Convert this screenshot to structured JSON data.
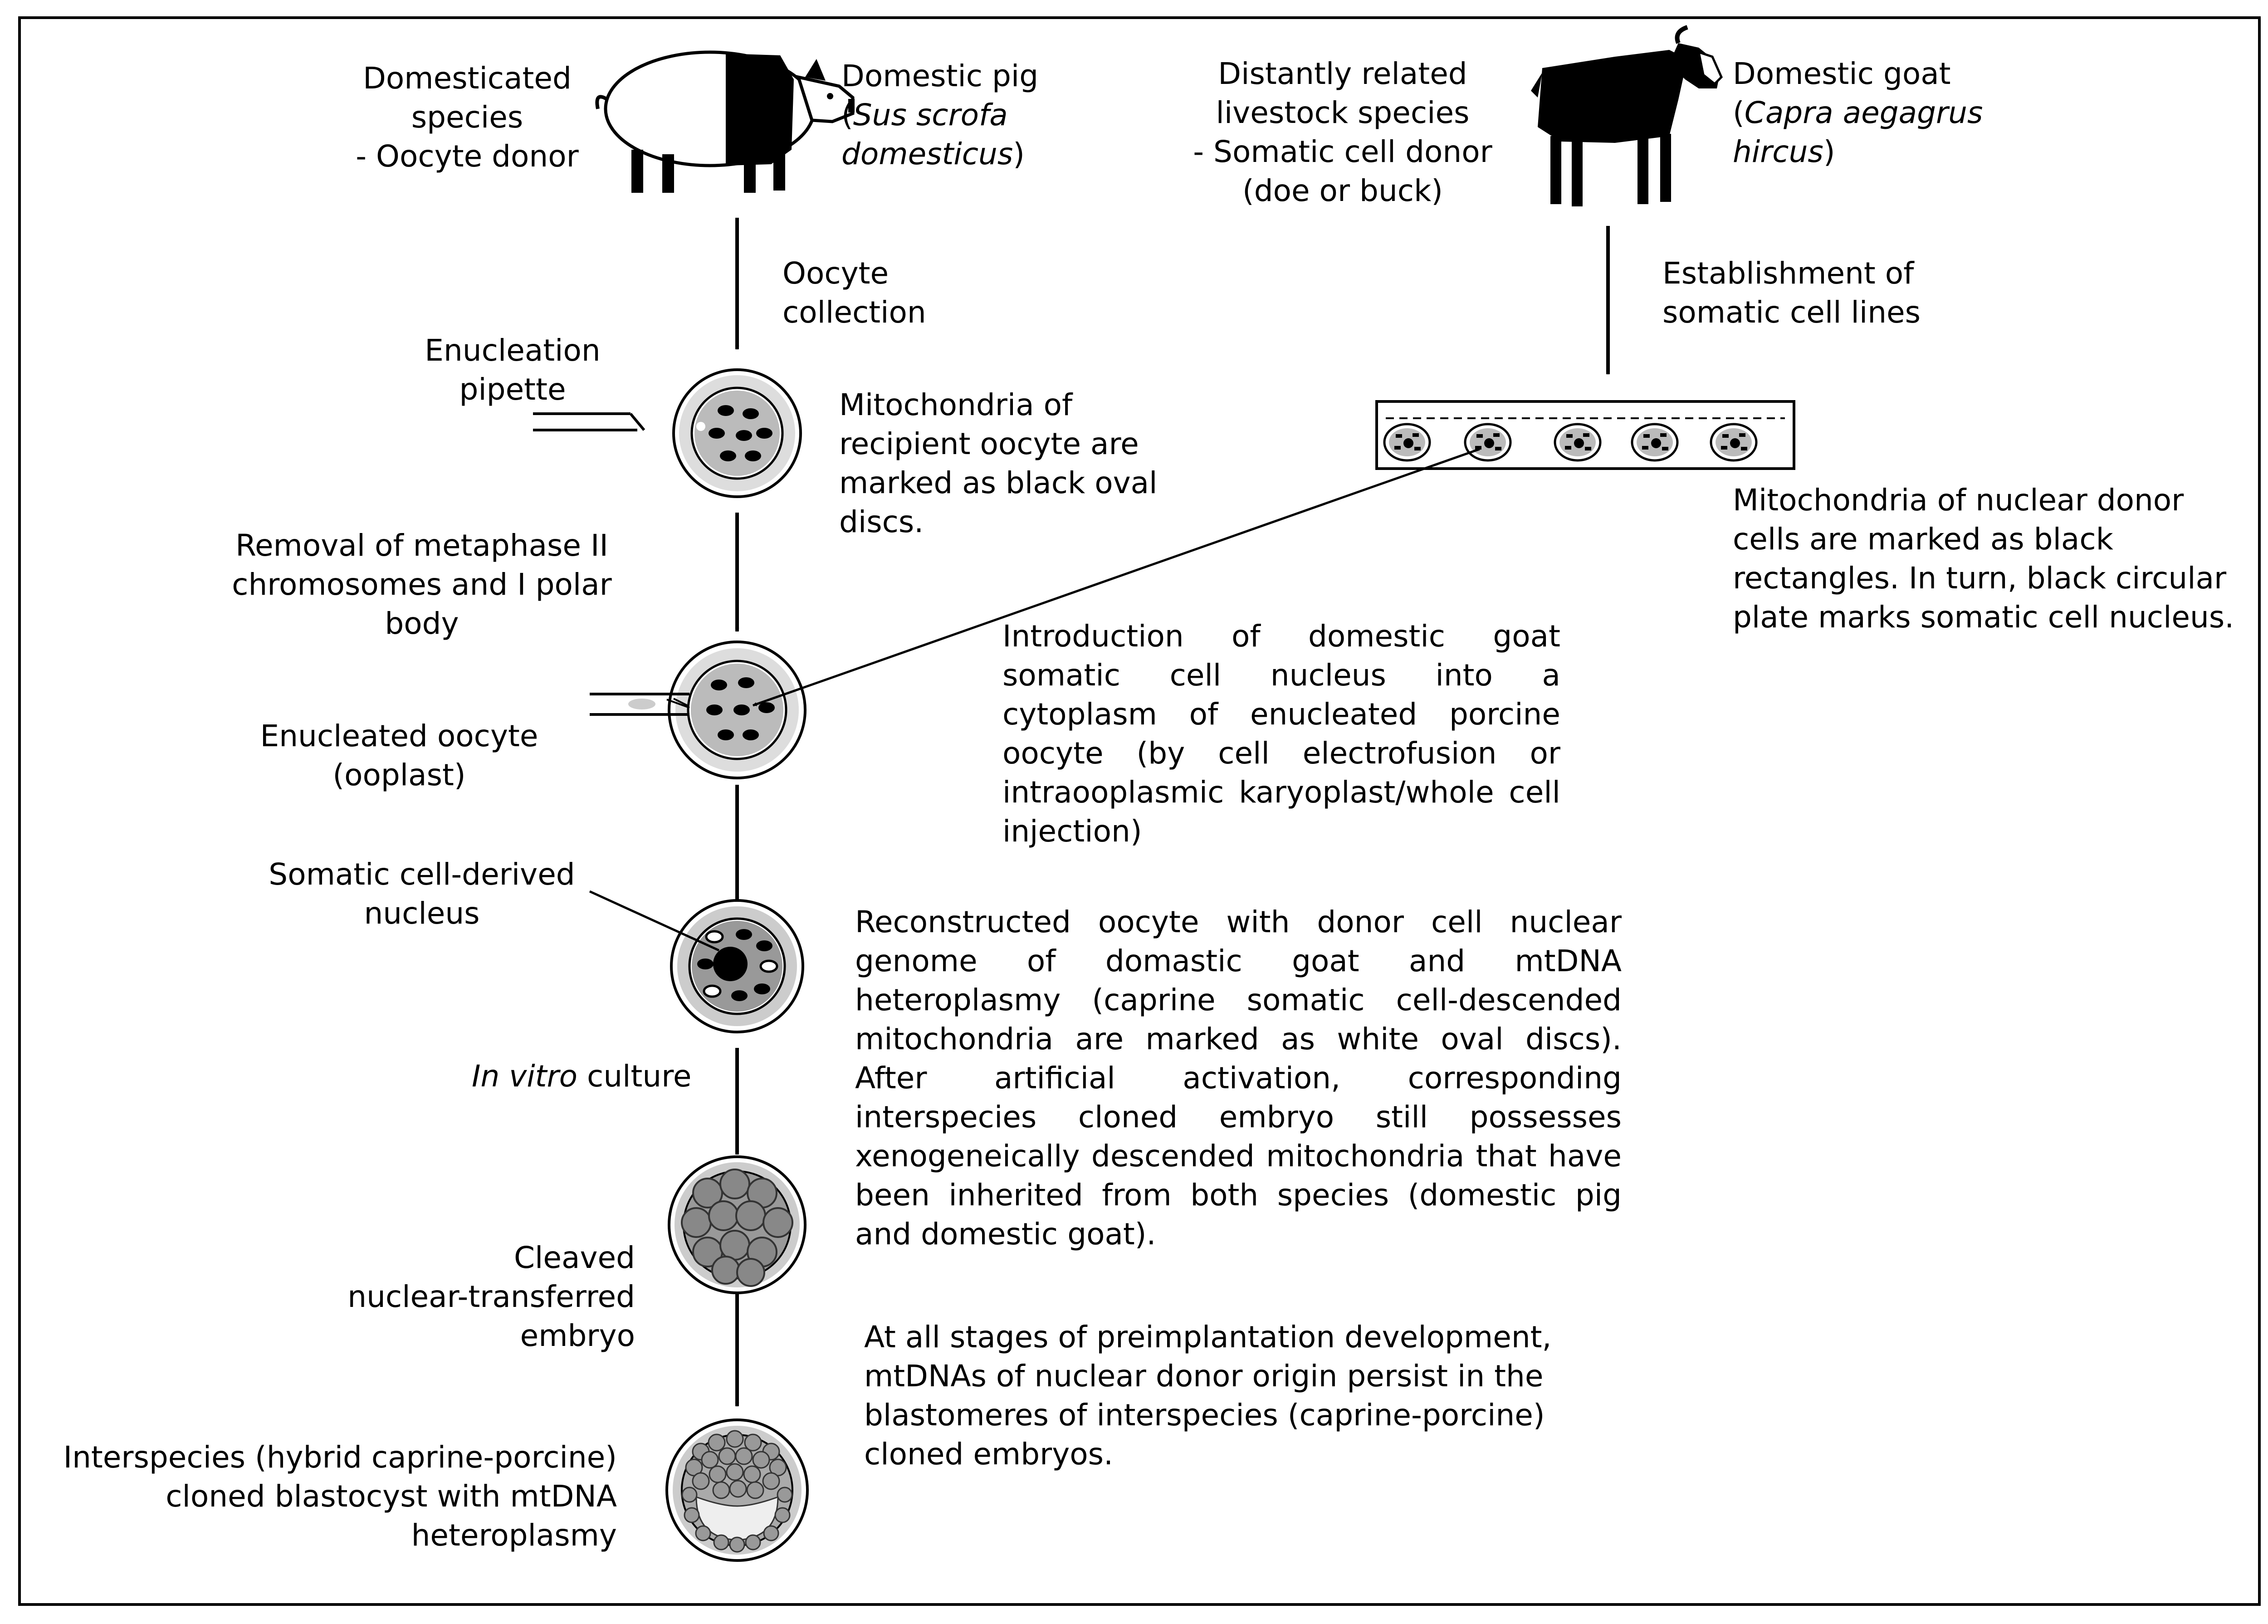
{
  "pig": {
    "role": "Domesticated\nspecies\n- Oocyte donor",
    "name": "Domestic pig",
    "latin_open": "(",
    "latin": "Sus scrofa\ndomesticus",
    "latin_close": ")"
  },
  "goat": {
    "role": "Distantly related\nlivestock species\n-  Somatic cell donor\n(doe or buck)",
    "name": "Domestic goat",
    "latin_open": "(",
    "latin": "Capra aegagrus\nhircus",
    "latin_close": ")"
  },
  "steps": {
    "oocyte_collection": "Oocyte\ncollection",
    "somatic_lines": "Establishment of\nsomatic cell lines",
    "enucleation_pipette": "Enucleation\npipette",
    "recipient_mito": "Mitochondria of recipient oocyte are marked as black oval discs.",
    "removal": "Removal of metaphase II\nchromosomes and I polar\nbody",
    "enucleated": "Enucleated oocyte\n(ooplast)",
    "introduction": "Introduction of domestic goat somatic cell nucleus into a cytoplasm of enucleated porcine oocyte (by cell electrofusion or intraooplasmic karyoplast/whole cell injection)",
    "donor_mito": "Mitochondria of nuclear donor\ncells are marked as black\nrectangles. In turn, black circular\nplate marks somatic cell nucleus.",
    "somatic_nucleus": "Somatic cell-derived\nnucleus",
    "reconstructed": "Reconstructed oocyte with donor cell nuclear genome of domastic goat and mtDNA heteroplasmy (caprine somatic cell-descended mitochondria are marked as white oval discs). After artificial activation, corresponding interspecies cloned embryo still possesses xenogeneically descended mitochondria that have been inherited from both species (domestic pig and domestic goat).",
    "in_vitro_italic": "In vitro",
    "in_vitro_rest": " culture",
    "cleaved": "Cleaved\nnuclear-transferred\nembryo",
    "preimplantation": "At all stages of preimplantation development,\nmtDNAs of nuclear donor origin persist in the\nblastomeres of interspecies (caprine-porcine)\ncloned embryos.",
    "blastocyst": "Interspecies (hybrid caprine-porcine)\ncloned blastocyst with mtDNA\nheteroplasmy"
  },
  "icons": {
    "pig": "pig-silhouette-icon",
    "goat": "goat-silhouette-icon"
  }
}
